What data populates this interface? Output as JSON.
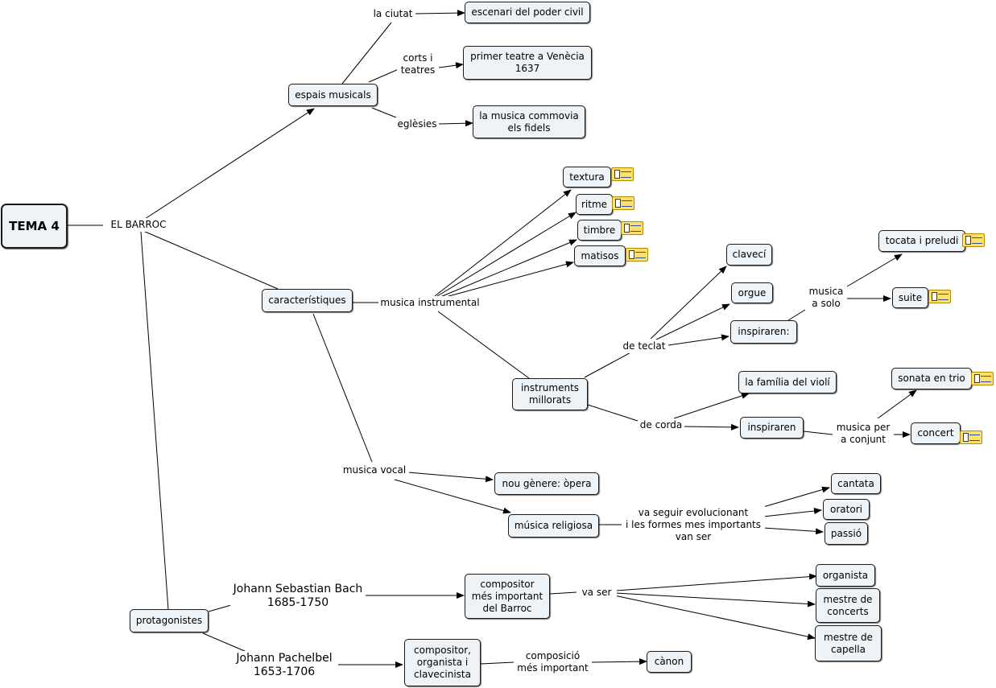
{
  "map": {
    "root": "TEMA 4",
    "el_barroc": "EL BARROC",
    "espais_musicals": "espais musicals",
    "la_ciutat": "la ciutat",
    "escenari": "escenari del poder civil",
    "corts_teatres": "corts i\nteatres",
    "primer_teatre": "primer teatre a Venècia\n1637",
    "esglesies": "eglèsies",
    "musica_commovia": "la musica commovia\nels fidels",
    "caracteristiques": "característiques",
    "musica_instrumental": "musica instrumental",
    "textura": "textura",
    "ritme": "ritme",
    "timbre": "timbre",
    "matisos": "matisos",
    "instruments_millorats": "instruments\nmillorats",
    "de_teclat": "de teclat",
    "clavecí": "clavecí",
    "orgue": "orgue",
    "inspiraren_1": "inspiraren:",
    "musica_solo": "musica\na solo",
    "tocata": "tocata i preludi",
    "suite": "suite",
    "de_corda": "de corda",
    "familia_violi": "la família del violí",
    "inspiraren_2": "inspiraren",
    "musica_conjunt": "musica per\na conjunt",
    "sonata": "sonata en trio",
    "concert": "concert",
    "musica_vocal": "musica vocal",
    "opera": "nou gènere: òpera",
    "musica_religiosa": "música religiosa",
    "va_seguir": "va seguir evolucionant\ni les formes mes importants\nvan ser",
    "cantata": "cantata",
    "oratori": "oratori",
    "passio": "passió",
    "protagonistes": "protagonistes",
    "bach": "Johann Sebastian Bach\n1685-1750",
    "compositor_bach": "compositor\nmés important\ndel Barroc",
    "va_ser": "va ser",
    "organista": "organista",
    "mestre_concerts": "mestre de\nconcerts",
    "mestre_capella": "mestre de\ncapella",
    "pachelbel": "Johann Pachelbel\n1653-1706",
    "compositor_pachelbel": "compositor,\norganista i\nclavecinista",
    "composicio": "composició\nmés important",
    "canon": "cànon"
  },
  "attachment_icon": "note-attachment-icon"
}
